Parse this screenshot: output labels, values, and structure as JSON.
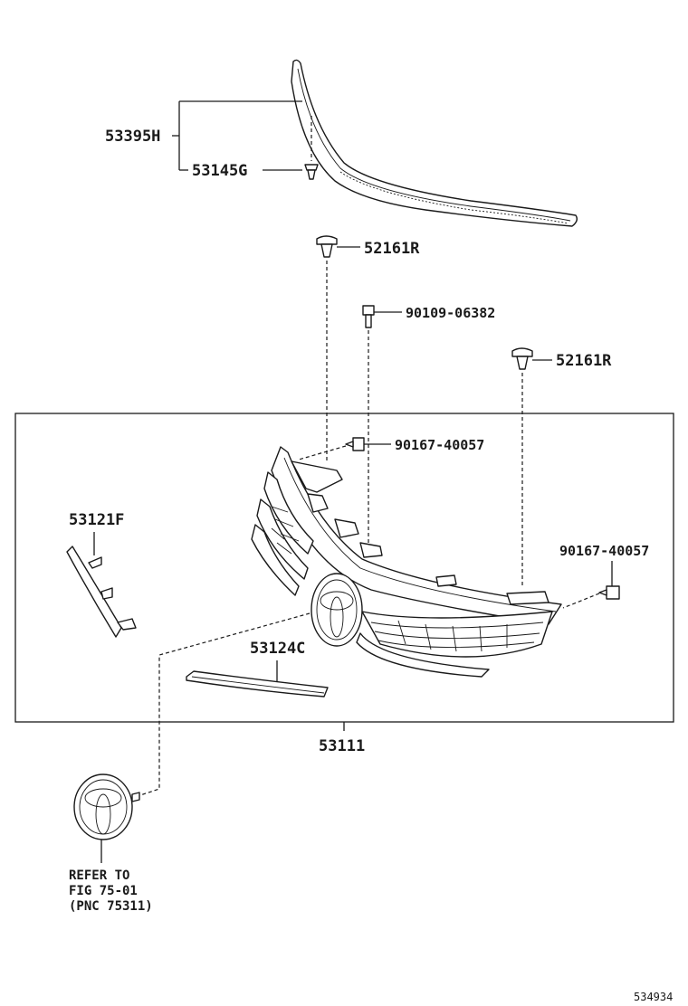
{
  "parts": {
    "molding_assy": "53395H",
    "clip_upper": "53145G",
    "clip_left": "52161R",
    "bolt": "90109-06382",
    "clip_right": "52161R",
    "screw_upper": "90167-40057",
    "screw_right": "90167-40057",
    "bracket_left": "53121F",
    "lower_molding": "53124C",
    "grille_assy": "53111"
  },
  "reference_note": {
    "line1": "REFER TO",
    "line2": "FIG 75-01",
    "line3": "(PNC 75311)"
  },
  "diagram_code": "534934"
}
